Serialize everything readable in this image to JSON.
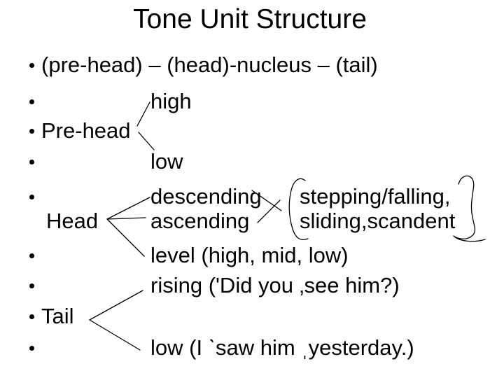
{
  "colors": {
    "background": "#ffffff",
    "text": "#000000"
  },
  "title": "Tone Unit Structure",
  "rows": [
    {
      "main": "(pre-head) – (head)-nucleus – (tail)"
    },
    {
      "indent": "high"
    },
    {
      "main": "Pre-head"
    },
    {
      "indent": "low"
    },
    {
      "indent": "descending",
      "right": "stepping/falling,"
    },
    {
      "main": "Head",
      "indent": "ascending",
      "right": "sliding,scandent"
    },
    {
      "indent": "level (high, mid, low)"
    },
    {
      "indent": "rising ('Did you ‚see him?)"
    },
    {
      "main": "Tail"
    },
    {
      "indent": "low (I ˋsaw him ˌyesterday.)"
    }
  ],
  "diagram": {
    "prehead_branches": [
      "high",
      "low"
    ],
    "head_branches": [
      "descending",
      "ascending",
      "level"
    ],
    "tail_branches": [
      "rising",
      "low"
    ],
    "bracket_note": "hand-drawn brackets around stepping/falling, sliding, scandent"
  }
}
